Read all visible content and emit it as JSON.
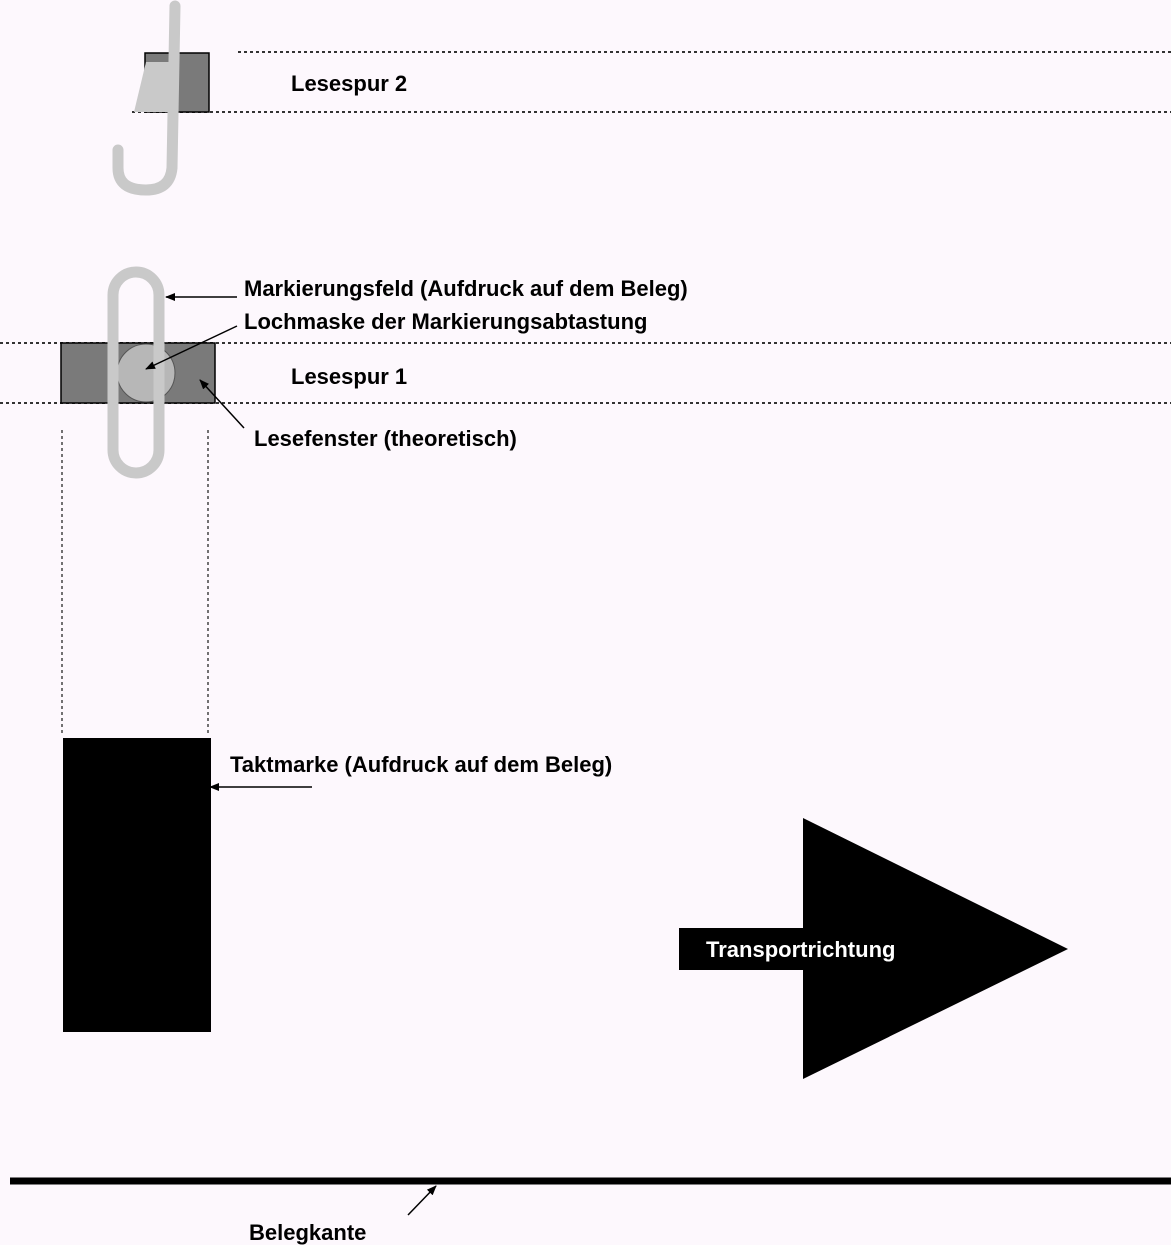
{
  "labels": {
    "track2": "Lesespur 2",
    "track1": "Lesespur 1",
    "marking_field": "Markierungsfeld (Aufdruck auf dem Beleg)",
    "hole_mask": "Lochmaske der Markierungsabtastung",
    "read_window": "Lesefenster (theoretisch)",
    "clock_mark": "Taktmarke (Aufdruck auf dem Beleg)",
    "transport_direction": "Transportrichtung",
    "document_edge": "Belegkante"
  },
  "colors": {
    "background": "#fdf8fd",
    "window_fill": "#7a7a7a",
    "marking_field": "#c9c9c9",
    "ink": "#000000"
  }
}
